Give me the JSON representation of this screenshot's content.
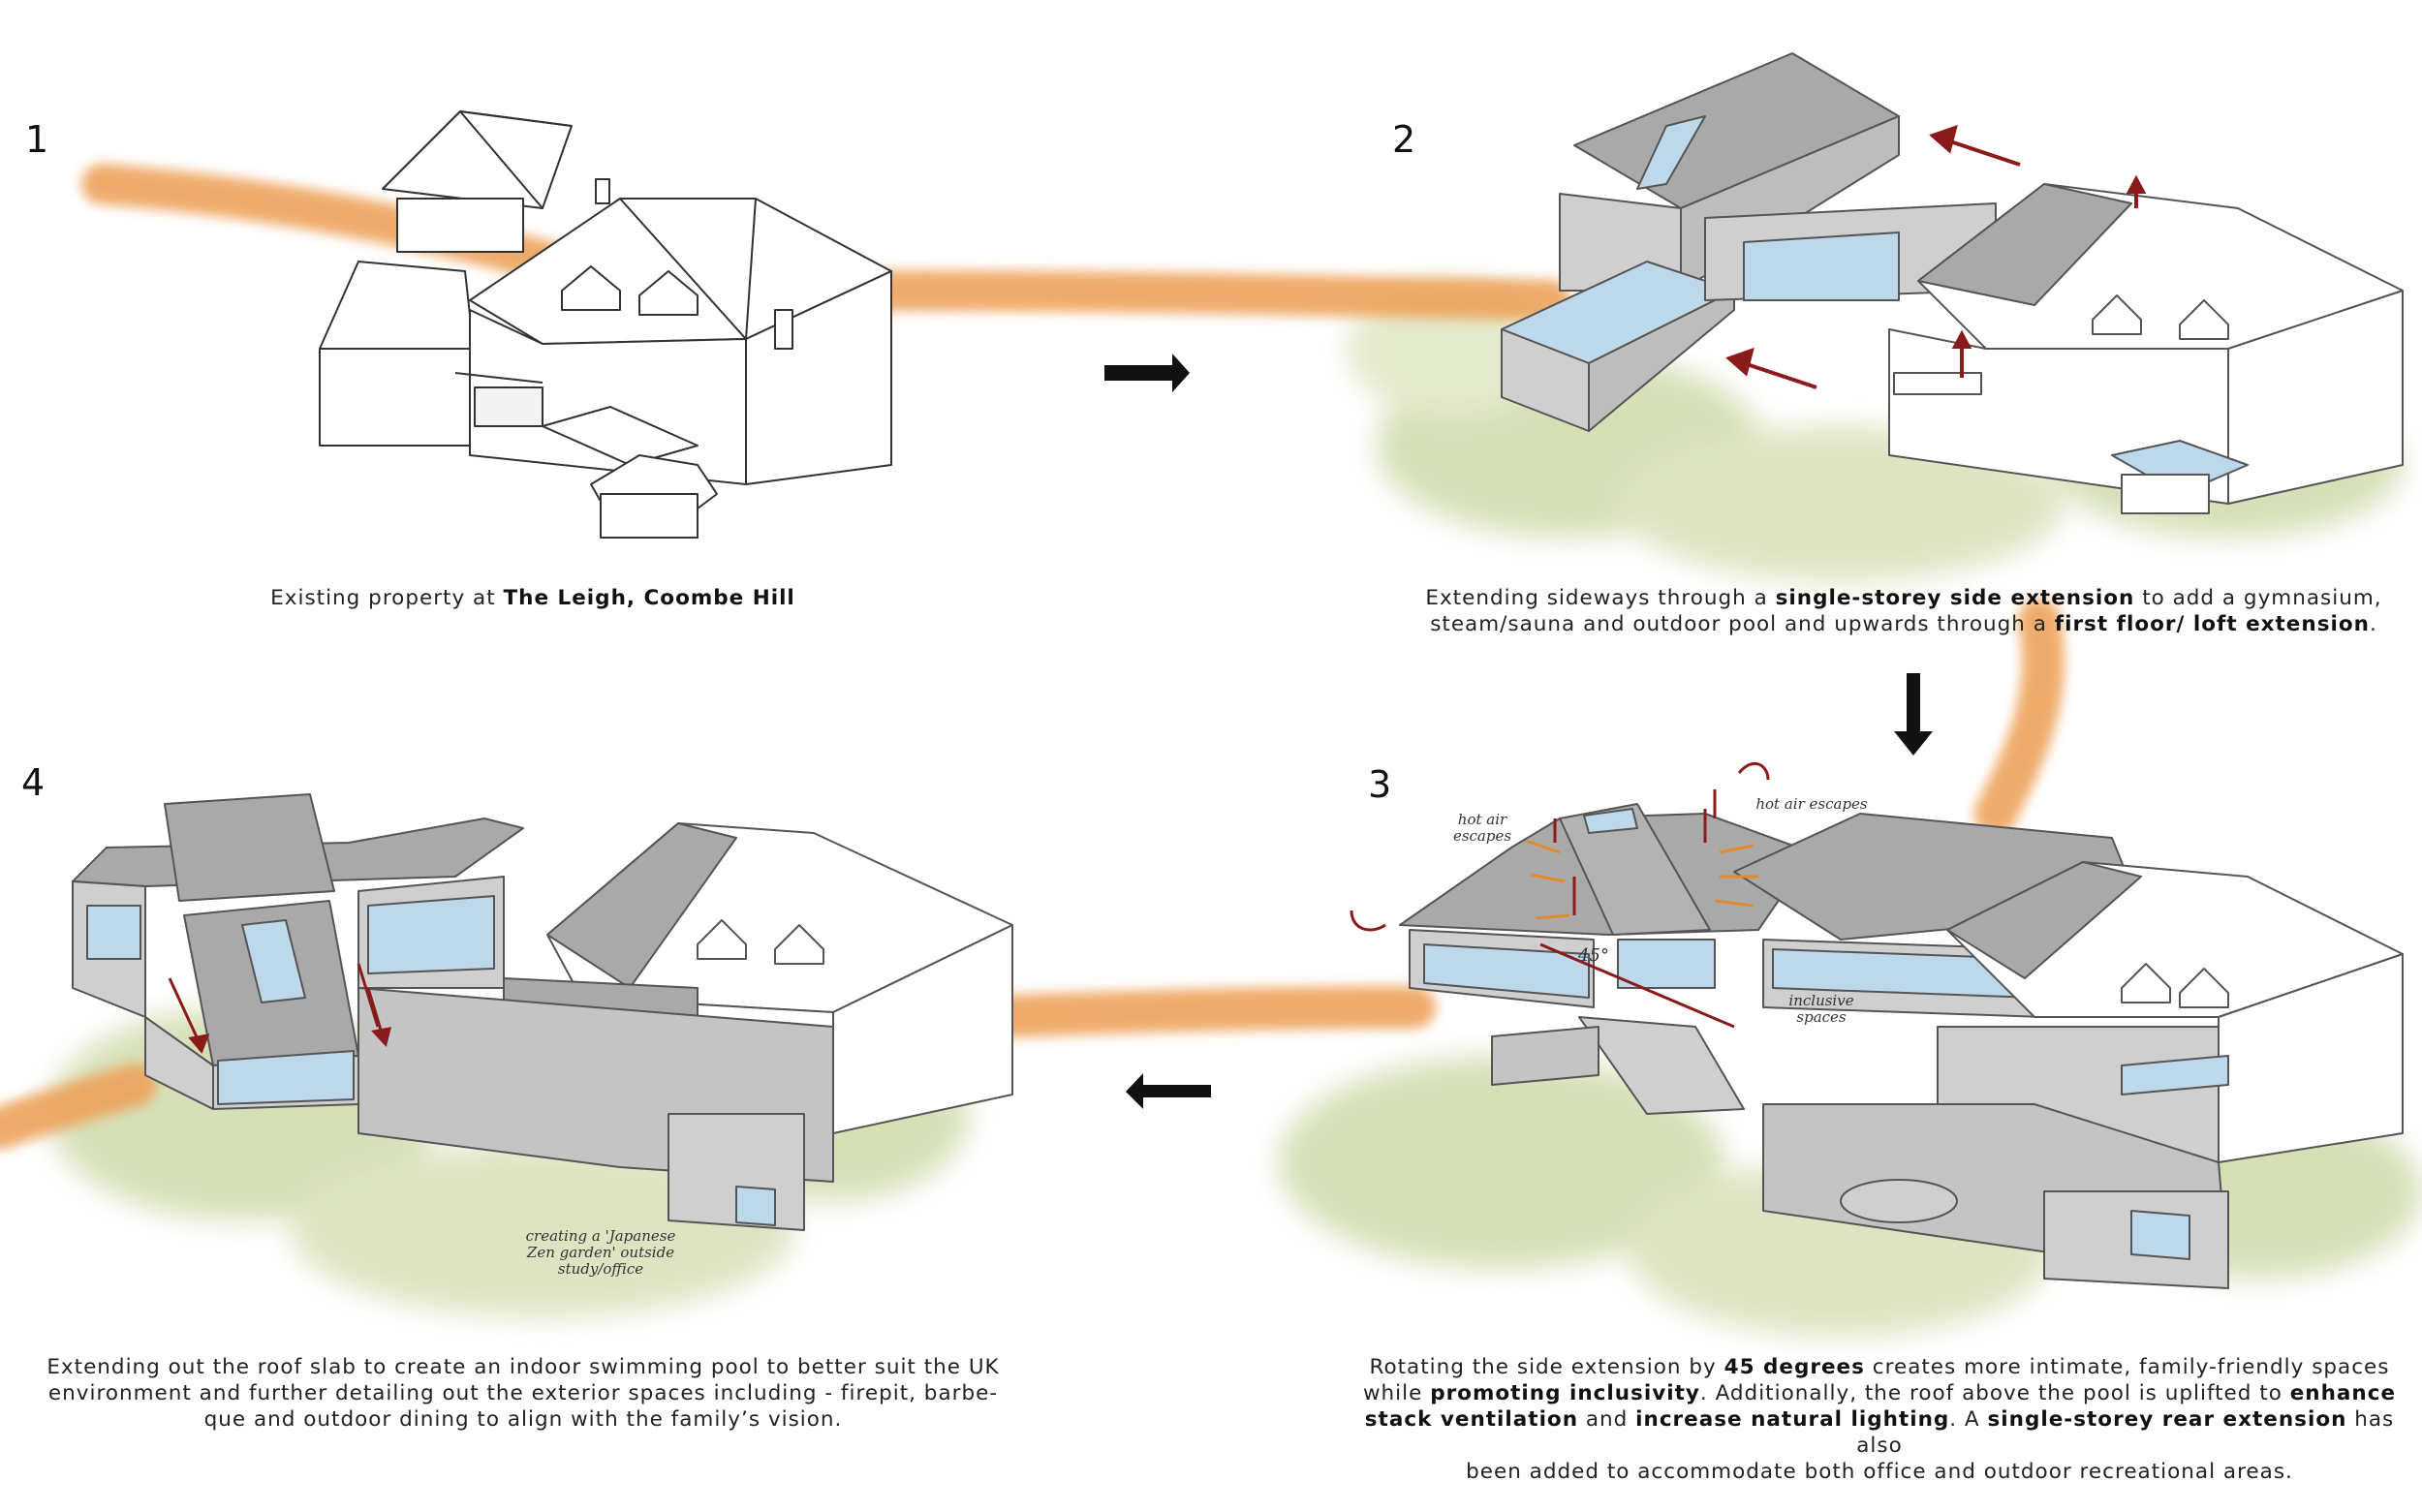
{
  "steps": [
    {
      "number": "1",
      "caption_pre": "Existing property at ",
      "caption_bold": "The Leigh, Coombe Hill"
    },
    {
      "number": "2",
      "line1_pre": "Extending sideways through a ",
      "line1_bold": "single-storey side extension",
      "line1_post": " to add a gymnasium,",
      "line2_pre": "steam/sauna and outdoor pool and upwards through a ",
      "line2_bold": "first floor/ loft extension",
      "line2_post": "."
    },
    {
      "number": "3",
      "l1a": "Rotating the side extension by ",
      "l1b": "45 degrees",
      "l1c": " creates more intimate, family-friendly spaces",
      "l2a": "while ",
      "l2b": "promoting inclusivity",
      "l2c": ". Additionally, the roof above the pool is uplifted to ",
      "l2d": "enhance",
      "l3a": "stack ventilation",
      "l3b": " and ",
      "l3c": "increase natural lighting",
      "l3d": ". A ",
      "l3e": "single-storey rear extension",
      "l3f": " has also",
      "l4": "been added to accommodate both office and outdoor recreational areas."
    },
    {
      "number": "4",
      "line1": "Extending out the roof slab to create an indoor swimming pool to better suit the UK",
      "line2": "environment and further detailing out the exterior spaces including - firepit, barbe-",
      "line3": "que and outdoor dining to align with the family’s vision."
    }
  ],
  "annotations": {
    "hot_air_left_1": "hot air",
    "hot_air_left_2": "escapes",
    "hot_air_right": "hot air escapes",
    "angle": "45°",
    "inclusive_1": "inclusive",
    "inclusive_2": "spaces",
    "zen_1": "creating a 'Japanese",
    "zen_2": "Zen garden' outside",
    "zen_3": "study/office"
  },
  "arrows": [
    {
      "from": "1",
      "to": "2",
      "direction": "right"
    },
    {
      "from": "2",
      "to": "3",
      "direction": "down"
    },
    {
      "from": "3",
      "to": "4",
      "direction": "left"
    }
  ],
  "colors": {
    "path": "#eea35b",
    "foliage": "#c9d6a0",
    "roof": "#a9a9a9",
    "wall": "#cfcfcf",
    "glass": "#bcd8ea",
    "red_arrow": "#8b1a1a",
    "orange_arrow": "#e08a2e"
  }
}
